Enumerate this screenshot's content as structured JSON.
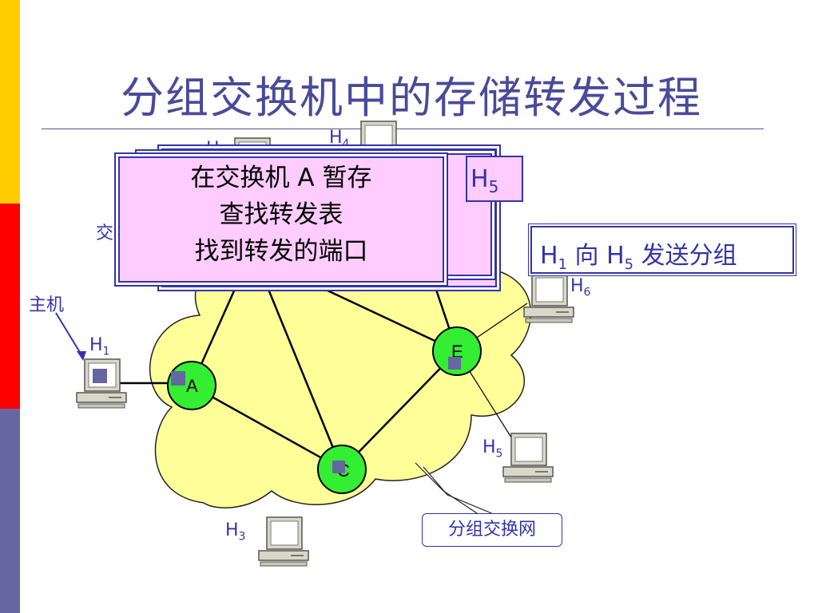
{
  "title": "分组交换机中的存储转发过程",
  "hosts": {
    "h1": {
      "name": "H",
      "sub": "1"
    },
    "h3": {
      "name": "H",
      "sub": "3"
    },
    "h4": {
      "name": "H",
      "sub": "4"
    },
    "h5": {
      "name": "H",
      "sub": "5"
    },
    "h6": {
      "name": "H",
      "sub": "6"
    }
  },
  "partial_labels": {
    "h_top": "H",
    "switch_prefix": "交"
  },
  "switches": {
    "a": "A",
    "c": "C",
    "e": "E"
  },
  "host_caption": "主机",
  "popup": {
    "line1": "在交换机 A 暂存",
    "line2": "查找转发表",
    "line3": "找到转发的端口"
  },
  "peek": {
    "name": "H",
    "sub": "5"
  },
  "send": {
    "prefix": "H",
    "sub1": "1",
    "middle": " 向 H",
    "sub2": "5",
    "suffix": " 发送分组"
  },
  "network_label": "分组交换网",
  "colors": {
    "accent": "#3333aa",
    "cloud": "#ffff99",
    "switch": "#33ee33",
    "popup": "#ffccff",
    "packet": "#6666a0"
  }
}
